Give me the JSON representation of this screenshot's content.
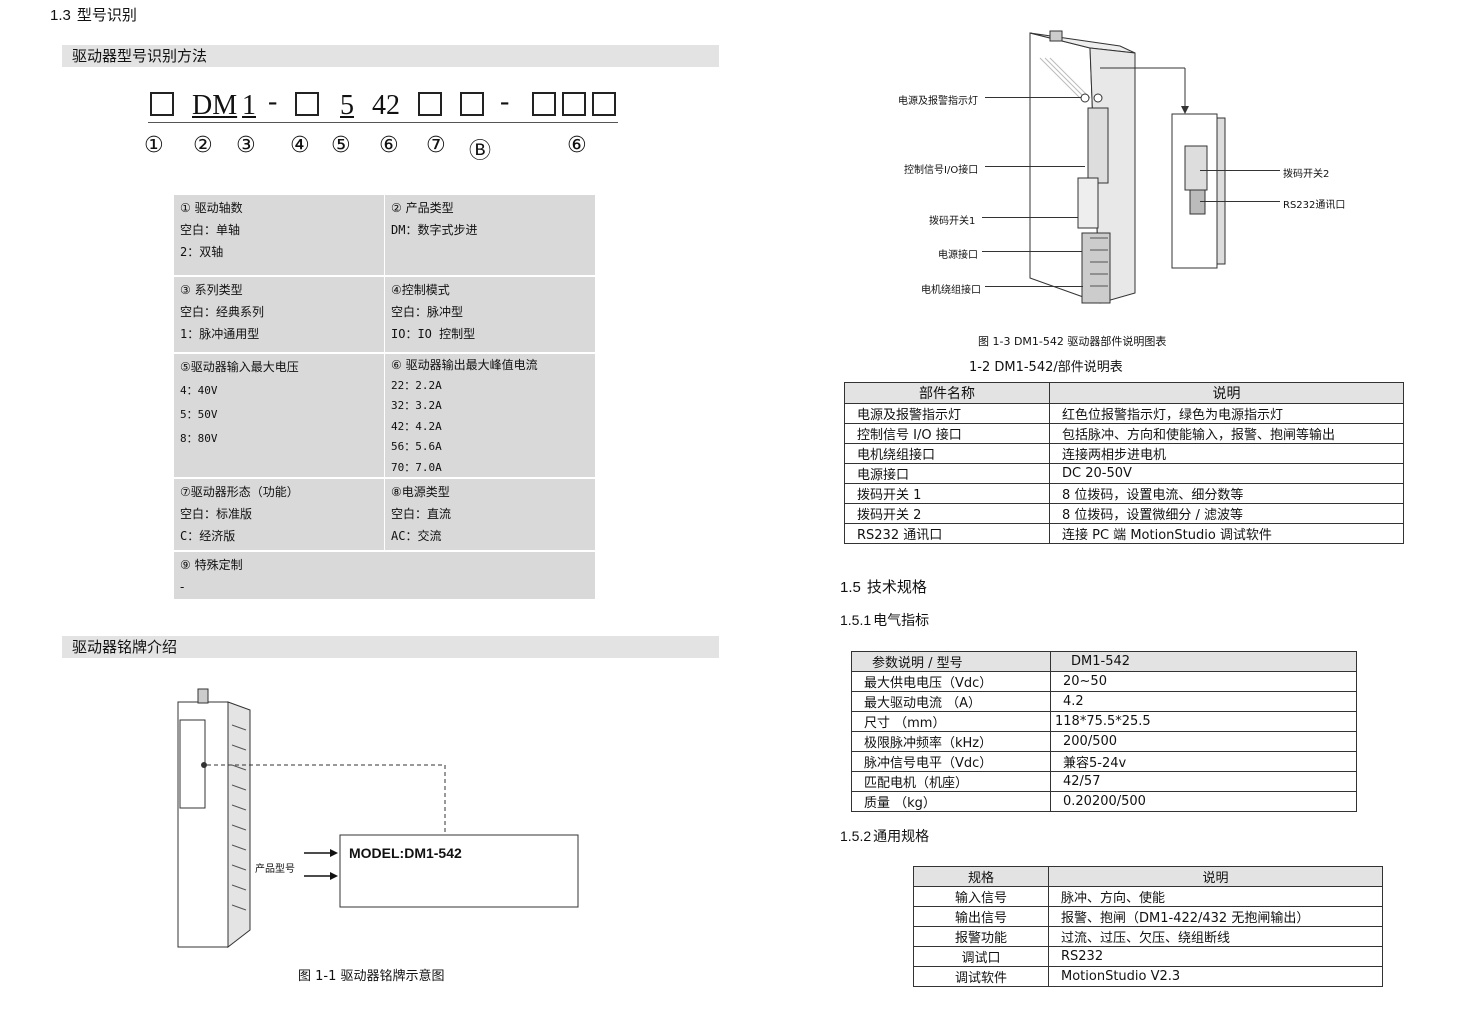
{
  "section_1_3": {
    "num": "1.3",
    "title": "型号识别"
  },
  "bar_model_method": "驱动器型号识别方法",
  "model_code": {
    "parts": [
      "□",
      "DM",
      "1",
      "-",
      "□",
      "5",
      "42",
      "□",
      "□",
      "-",
      "□□□"
    ],
    "circled": [
      "①",
      "②",
      "③",
      "④",
      "⑤",
      "⑥",
      "⑦",
      "Ⓑ",
      "⑥"
    ]
  },
  "model_table": {
    "cells": [
      {
        "title": "① 驱动轴数",
        "lines": [
          "空白：单轴",
          "2：双轴"
        ]
      },
      {
        "title": "② 产品类型",
        "lines": [
          "DM：数字式步进"
        ]
      },
      {
        "title": "③ 系列类型",
        "lines": [
          "空白：经典系列",
          "1：脉冲通用型"
        ]
      },
      {
        "title": "④控制模式",
        "lines": [
          "空白：脉冲型",
          "IO：IO 控制型"
        ]
      },
      {
        "title": "⑤驱动器输入最大电压",
        "lines": [
          "4：40V",
          "5：50V",
          "8：80V"
        ]
      },
      {
        "title": "⑥ 驱动器输出最大峰值电流",
        "lines": [
          "22：2.2A",
          "32：3.2A",
          "42：4.2A",
          "56：5.6A",
          "70：7.0A"
        ]
      },
      {
        "title": "⑦驱动器形态（功能）",
        "lines": [
          "空白：标准版",
          "C：经济版"
        ]
      },
      {
        "title": "⑧电源类型",
        "lines": [
          "空白：直流",
          "AC：交流"
        ]
      },
      {
        "title": "⑨ 特殊定制",
        "lines": [
          "-"
        ]
      }
    ]
  },
  "bar_nameplate": "驱动器铭牌介绍",
  "nameplate": {
    "side_label": "产品型号",
    "model": "MODEL:DM1-542",
    "caption": "图 1-1  驱动器铭牌示意图"
  },
  "figure_1_3": {
    "callouts_left": [
      "电源及报警指示灯",
      "控制信号I/O接口",
      "拨码开关1",
      "电源接口",
      "电机绕组接口"
    ],
    "callouts_right": [
      "拨码开关2",
      "RS232通讯口"
    ],
    "caption": "图 1-3  DM1-542 驱动器部件说明图表"
  },
  "table_1_2": {
    "caption": "1-2  DM1-542/部件说明表",
    "header": [
      "部件名称",
      "说明"
    ],
    "rows": [
      [
        "电源及报警指示灯",
        "红色位报警指示灯，绿色为电源指示灯"
      ],
      [
        "控制信号 I/O 接口",
        "包括脉冲、方向和使能输入，报警、抱闸等输出"
      ],
      [
        "电机绕组接口",
        "连接两相步进电机"
      ],
      [
        "电源接口",
        "DC 20-50V"
      ],
      [
        "拨码开关 1",
        "8 位拨码，设置电流、细分数等"
      ],
      [
        "拨码开关 2",
        "8 位拨码，设置微细分 / 滤波等"
      ],
      [
        "RS232 通讯口",
        "连接 PC 端 MotionStudio 调试软件"
      ]
    ]
  },
  "section_1_5": {
    "num": "1.5",
    "title": "技术规格"
  },
  "section_1_5_1": {
    "num": "1.5.1",
    "title": "电气指标"
  },
  "table_electrical": {
    "header": [
      "参数说明 / 型号",
      "DM1-542"
    ],
    "rows": [
      [
        "最大供电电压（Vdc）",
        "20~50"
      ],
      [
        "最大驱动电流 （A）",
        "4.2"
      ],
      [
        "尺寸 （mm）",
        "118*75.5*25.5"
      ],
      [
        "极限脉冲频率（kHz）",
        "200/500"
      ],
      [
        "脉冲信号电平（Vdc）",
        "兼容5-24v"
      ],
      [
        "匹配电机（机座）",
        "42/57"
      ],
      [
        "质量 （kg）",
        "0.20200/500"
      ]
    ]
  },
  "section_1_5_2": {
    "num": "1.5.2",
    "title": "通用规格"
  },
  "table_general": {
    "header": [
      "规格",
      "说明"
    ],
    "rows": [
      [
        "输入信号",
        "脉冲、方向、使能"
      ],
      [
        "输出信号",
        "报警、抱闸（DM1-422/432 无抱闸输出）"
      ],
      [
        "报警功能",
        "过流、过压、欠压、绕组断线"
      ],
      [
        "调试口",
        "RS232"
      ],
      [
        "调试软件",
        "MotionStudio V2.3"
      ]
    ]
  }
}
